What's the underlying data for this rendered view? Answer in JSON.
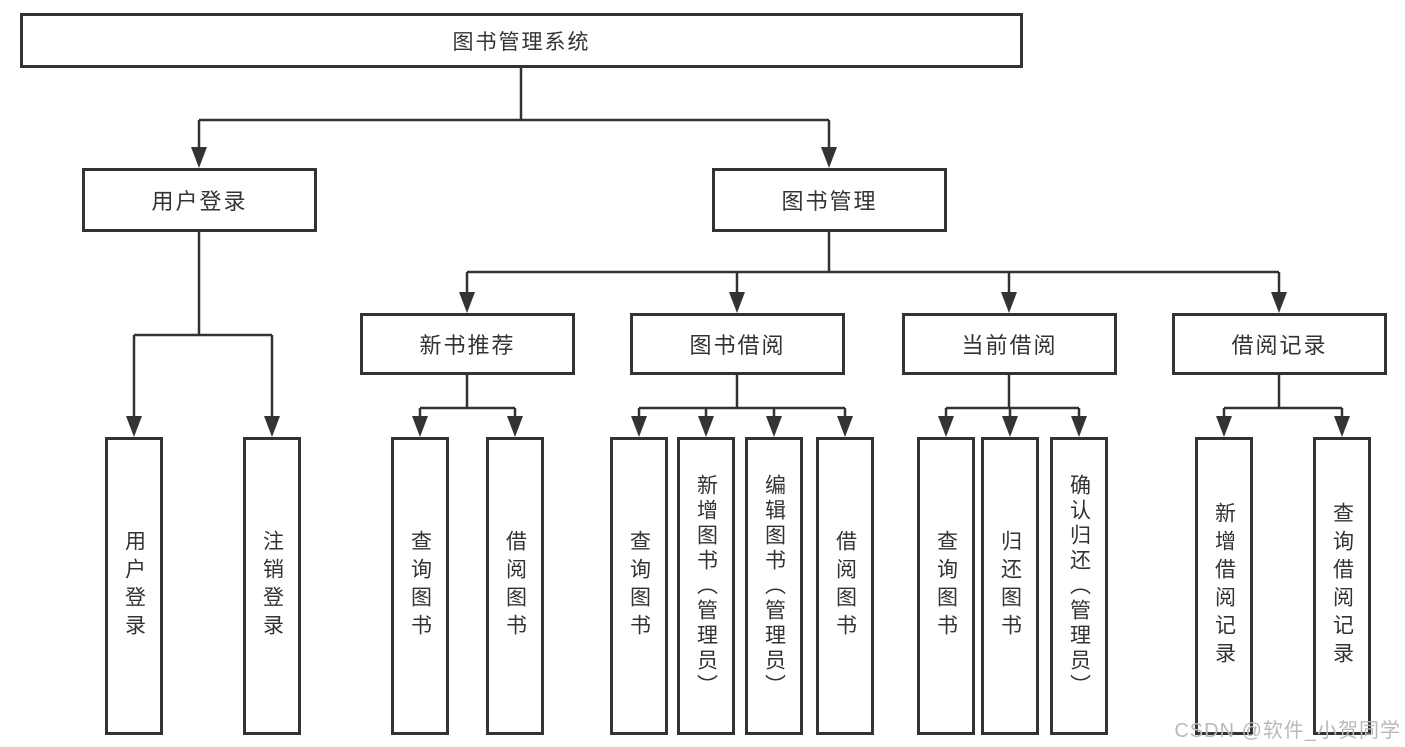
{
  "diagram": {
    "root": {
      "label": "图书管理系统"
    },
    "level2": [
      {
        "label": "用户登录"
      },
      {
        "label": "图书管理"
      }
    ],
    "level3": [
      {
        "label": "新书推荐"
      },
      {
        "label": "图书借阅"
      },
      {
        "label": "当前借阅"
      },
      {
        "label": "借阅记录"
      }
    ],
    "leaves": [
      {
        "label": "用户登录"
      },
      {
        "label": "注销登录"
      },
      {
        "label": "查询图书"
      },
      {
        "label": "借阅图书"
      },
      {
        "label": "查询图书"
      },
      {
        "label": "新增图书（管理员）"
      },
      {
        "label": "编辑图书（管理员）"
      },
      {
        "label": "借阅图书"
      },
      {
        "label": "查询图书"
      },
      {
        "label": "归还图书"
      },
      {
        "label": "确认归还（管理员）"
      },
      {
        "label": "新增借阅记录"
      },
      {
        "label": "查询借阅记录"
      }
    ]
  },
  "watermark": {
    "text": "CSDN @软件_小贺同学"
  },
  "colors": {
    "line": "#333333",
    "box_border": "#333333",
    "text": "#333333",
    "background": "#ffffff",
    "watermark": "#b9b9b9"
  }
}
